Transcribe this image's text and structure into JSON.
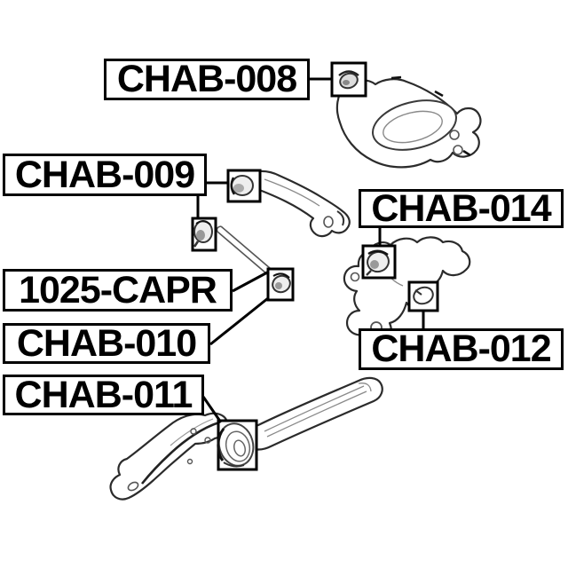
{
  "diagram": {
    "kind": "suspension parts callout line diagram",
    "colors": {
      "background": "#ffffff",
      "outline": "#2b2b2b",
      "detail_line": "#8a8a8a",
      "box_border": "#000000",
      "label_text": "#000000"
    },
    "labels": [
      {
        "text": "CHAB-008"
      },
      {
        "text": "CHAB-009"
      },
      {
        "text": "1025-CAPR"
      },
      {
        "text": "CHAB-010"
      },
      {
        "text": "CHAB-011"
      },
      {
        "text": "CHAB-014"
      },
      {
        "text": "CHAB-012"
      }
    ]
  }
}
